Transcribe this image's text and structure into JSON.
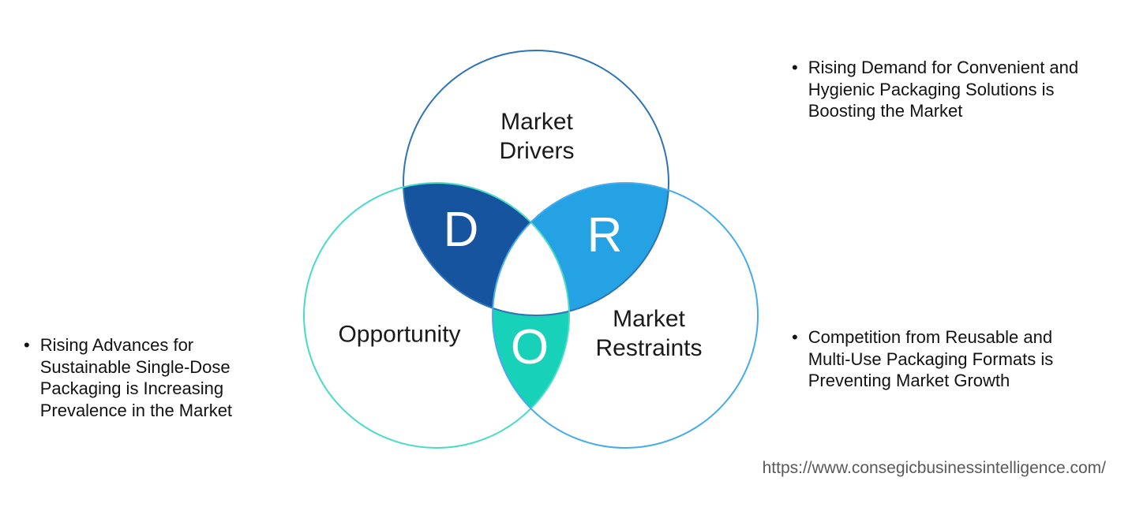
{
  "diagram": {
    "circles": {
      "drivers": {
        "label": "Market\nDrivers",
        "stroke": "#2E74B5"
      },
      "opportunity": {
        "label": "Opportunity",
        "stroke": "#48DBC5"
      },
      "restraints": {
        "label": "Market\nRestraints",
        "stroke": "#45ACE9"
      }
    },
    "lenses": {
      "d": {
        "letter": "D",
        "fill": "#17549F"
      },
      "r": {
        "letter": "R",
        "fill": "#25A2E3"
      },
      "o": {
        "letter": "O",
        "fill": "#18D1B9"
      }
    },
    "triple_fill": "#FFFFFF"
  },
  "annotations": {
    "left": {
      "bullet": "•",
      "text": "Rising Advances for\nSustainable Single-Dose\nPackaging is Increasing\nPrevalence in the Market"
    },
    "top_right": {
      "bullet": "•",
      "text": "Rising Demand for Convenient and\nHygienic Packaging Solutions is\nBoosting the Market"
    },
    "bottom_right": {
      "bullet": "•",
      "text": "Competition from Reusable and\nMulti-Use Packaging Formats is\nPreventing Market Growth"
    }
  },
  "footer": {
    "url": "https://www.consegicbusinessintelligence.com/"
  }
}
